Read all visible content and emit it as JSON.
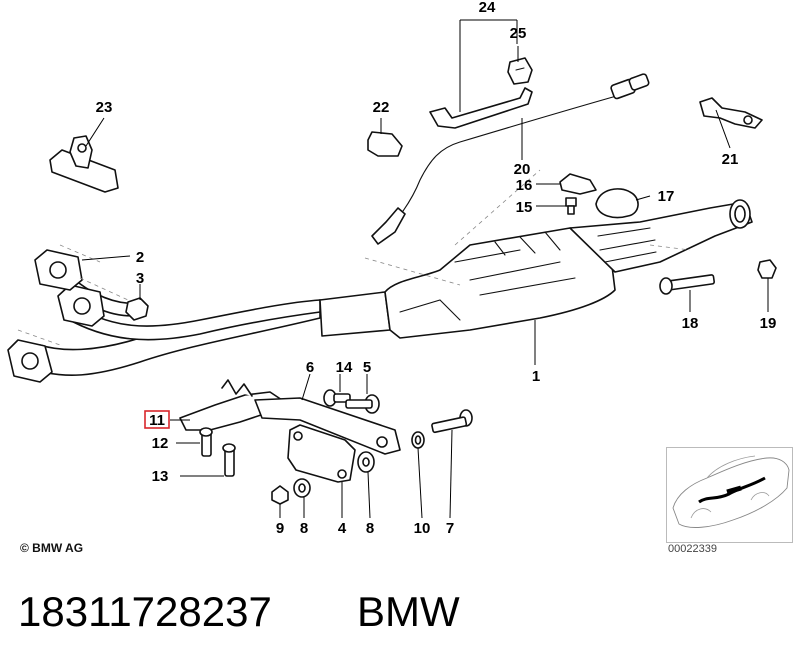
{
  "diagram": {
    "part_labels": {
      "p1": "1",
      "p2": "2",
      "p3": "3",
      "p4": "4",
      "p5": "5",
      "p6": "6",
      "p7": "7",
      "p8a": "8",
      "p8b": "8",
      "p9": "9",
      "p10": "10",
      "p11": "11",
      "p12": "12",
      "p13": "13",
      "p14": "14",
      "p15": "15",
      "p16": "16",
      "p17": "17",
      "p18": "18",
      "p19": "19",
      "p20": "20",
      "p21": "21",
      "p22": "22",
      "p23": "23",
      "p24": "24",
      "p25": "25"
    },
    "highlighted_part": "11",
    "highlight_color": "#d9262b",
    "copyright": "© BMW AG",
    "drawing_number": "00022339"
  },
  "footer": {
    "part_number": "18311728237",
    "brand": "BMW"
  }
}
